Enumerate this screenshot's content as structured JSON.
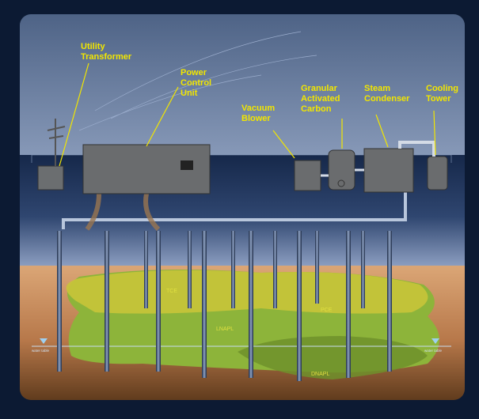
{
  "title": "In-situ thermal remediation system",
  "equipment_labels": {
    "utility_transformer": [
      "Utility",
      "Transformer"
    ],
    "power_control_unit": [
      "Power",
      "Control",
      "Unit"
    ],
    "vacuum_blower": [
      "Vacuum",
      "Blower"
    ],
    "granular_activated_carbon": [
      "Granular",
      "Activated",
      "Carbon"
    ],
    "steam_condenser": [
      "Steam",
      "Condenser"
    ],
    "cooling_tower": [
      "Cooling",
      "Tower"
    ]
  },
  "subsurface_labels": {
    "tce": "TCE",
    "pce": "PCE",
    "lnapl": "LNAPL",
    "dnapl": "DNAPL",
    "water_table_left": "water table",
    "water_table_right": "water table"
  },
  "colors": {
    "frame": "#0c1a33",
    "label": "#f2e600",
    "soil_top": "#d8a274",
    "soil_bottom": "#5e3a1c",
    "plume_yellow": "#c8c43a",
    "plume_green": "#8db43a"
  }
}
